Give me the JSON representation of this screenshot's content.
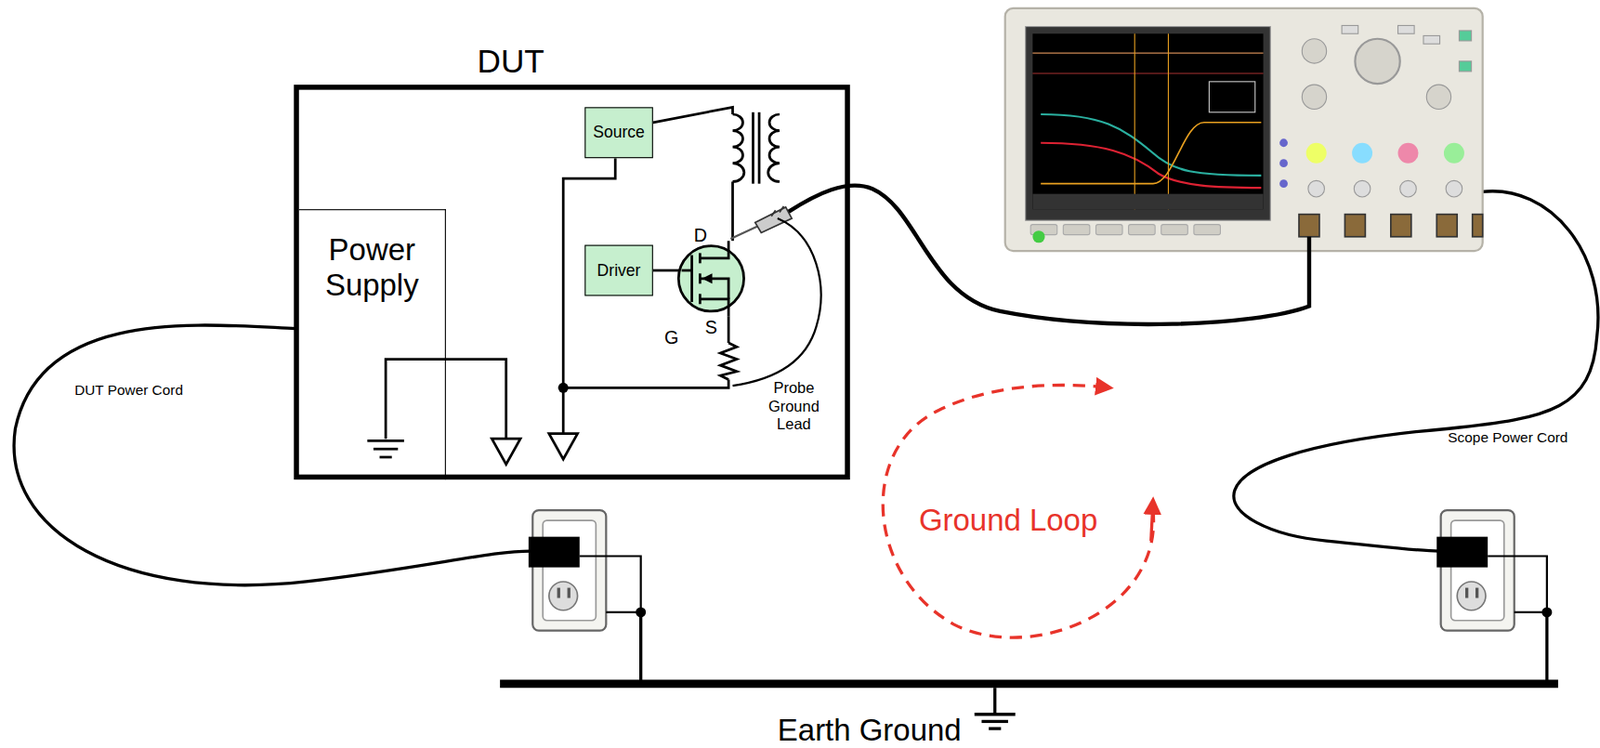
{
  "diagram": {
    "nodes": [
      {
        "text": [
          "DUT"
        ]
      },
      {
        "text": [
          "Source"
        ],
        "in": 0
      },
      {
        "text": [
          "Driver"
        ],
        "in": 0
      },
      {
        "text": [
          "Power Supply"
        ],
        "in": 0
      }
    ],
    "labels": [
      "D",
      "G",
      "S",
      "Probe Ground Lead",
      "DUT Power Cord",
      "Scope Power Cord",
      "Ground Loop",
      "Earth Ground"
    ]
  }
}
